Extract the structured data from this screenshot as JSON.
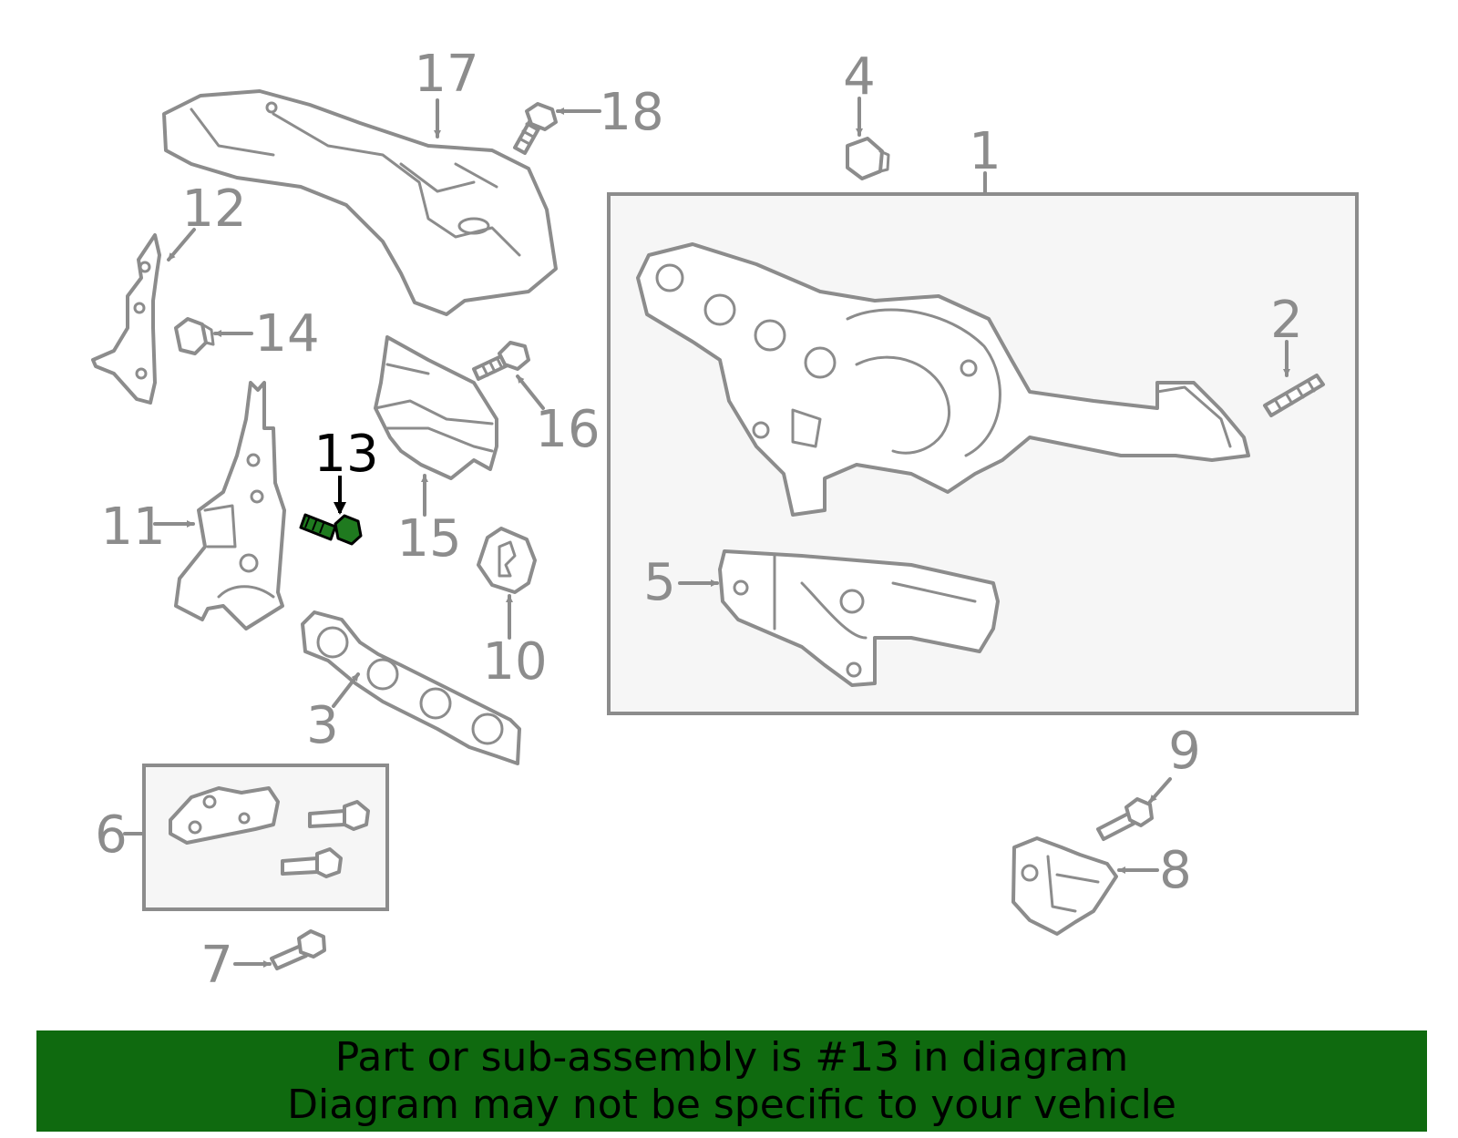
{
  "callouts": {
    "c1": "1",
    "c2": "2",
    "c3": "3",
    "c4": "4",
    "c5": "5",
    "c6": "6",
    "c7": "7",
    "c8": "8",
    "c9": "9",
    "c10": "10",
    "c11": "11",
    "c12": "12",
    "c13": "13",
    "c14": "14",
    "c15": "15",
    "c16": "16",
    "c17": "17",
    "c18": "18"
  },
  "highlight": {
    "part_number": "13",
    "color": "#1f7a1f"
  },
  "banner": {
    "line1": "Part or sub-assembly is #13 in diagram",
    "line2": "Diagram may not be specific to your vehicle",
    "background": "#0f6a0f"
  }
}
